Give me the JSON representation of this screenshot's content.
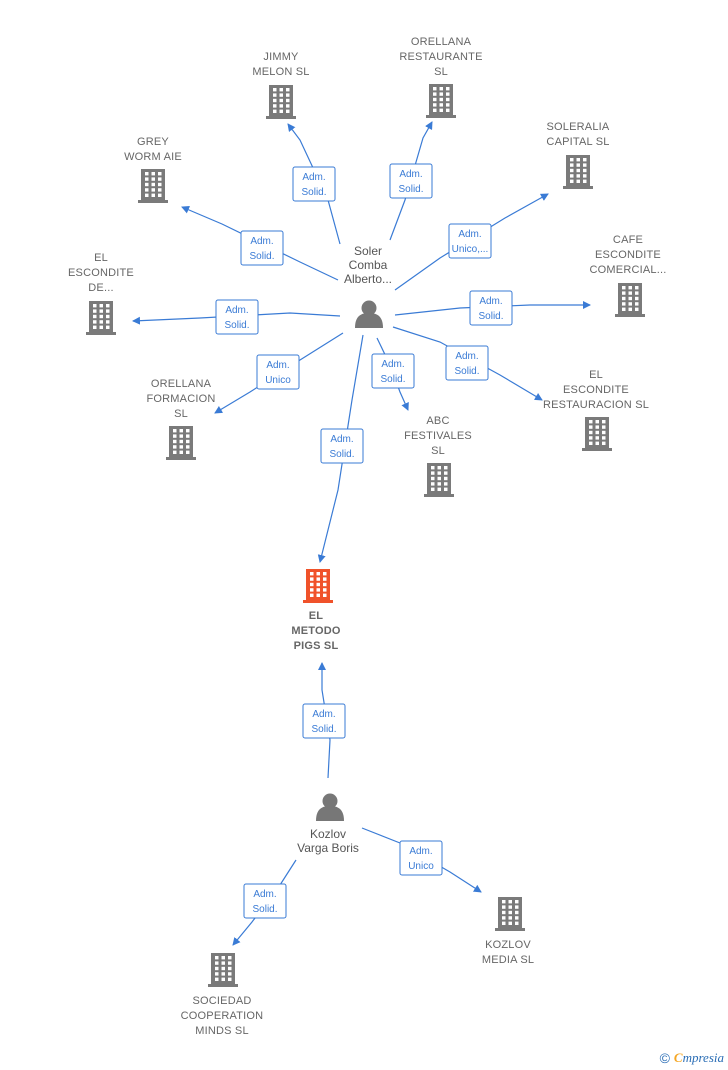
{
  "colors": {
    "company": "#7a7a7a",
    "focus": "#f0522a",
    "person": "#777777",
    "edge": "#3a7bd5"
  },
  "companies": [
    {
      "id": "jimmy",
      "lines": [
        "JIMMY",
        "MELON  SL"
      ],
      "focus": false
    },
    {
      "id": "orellana_rest",
      "lines": [
        "ORELLANA",
        "RESTAURANTE",
        "SL"
      ],
      "focus": false
    },
    {
      "id": "grey",
      "lines": [
        "GREY",
        "WORM  AIE"
      ],
      "focus": false
    },
    {
      "id": "soleralia",
      "lines": [
        "SOLERALIA",
        "CAPITAL  SL"
      ],
      "focus": false
    },
    {
      "id": "escondite_de",
      "lines": [
        "EL",
        "ESCONDITE",
        "DE..."
      ],
      "focus": false
    },
    {
      "id": "cafe",
      "lines": [
        "CAFE",
        "ESCONDITE",
        "COMERCIAL..."
      ],
      "focus": false
    },
    {
      "id": "orellana_form",
      "lines": [
        "ORELLANA",
        "FORMACION",
        "SL"
      ],
      "focus": false
    },
    {
      "id": "escondite_rest",
      "lines": [
        "EL",
        "ESCONDITE",
        "RESTAURACION SL"
      ],
      "focus": false
    },
    {
      "id": "abc",
      "lines": [
        "ABC",
        "FESTIVALES",
        "SL"
      ],
      "focus": false
    },
    {
      "id": "metodo",
      "lines": [
        "EL",
        "METODO",
        "PIGS  SL"
      ],
      "focus": true
    },
    {
      "id": "kozlov_media",
      "lines": [
        "KOZLOV",
        "MEDIA  SL"
      ],
      "focus": false
    },
    {
      "id": "sociedad",
      "lines": [
        "SOCIEDAD",
        "COOPERATION",
        "MINDS SL"
      ],
      "focus": false
    }
  ],
  "persons": [
    {
      "id": "soler",
      "lines": [
        "Soler",
        "Comba",
        "Alberto..."
      ]
    },
    {
      "id": "kozlov",
      "lines": [
        "Kozlov",
        "Varga Boris"
      ]
    }
  ],
  "edges": [
    {
      "from": "soler",
      "to": "jimmy",
      "lines": [
        "Adm.",
        "Solid."
      ]
    },
    {
      "from": "soler",
      "to": "orellana_rest",
      "lines": [
        "Adm.",
        "Solid."
      ]
    },
    {
      "from": "soler",
      "to": "grey",
      "lines": [
        "Adm.",
        "Solid."
      ]
    },
    {
      "from": "soler",
      "to": "soleralia",
      "lines": [
        "Adm.",
        "Unico,..."
      ]
    },
    {
      "from": "soler",
      "to": "escondite_de",
      "lines": [
        "Adm.",
        "Solid."
      ]
    },
    {
      "from": "soler",
      "to": "cafe",
      "lines": [
        "Adm.",
        "Solid."
      ]
    },
    {
      "from": "soler",
      "to": "orellana_form",
      "lines": [
        "Adm.",
        "Unico"
      ]
    },
    {
      "from": "soler",
      "to": "abc",
      "lines": [
        "Adm.",
        "Solid."
      ]
    },
    {
      "from": "soler",
      "to": "escondite_rest",
      "lines": [
        "Adm.",
        "Solid."
      ]
    },
    {
      "from": "soler",
      "to": "metodo",
      "lines": [
        "Adm.",
        "Solid."
      ]
    },
    {
      "from": "kozlov",
      "to": "metodo",
      "lines": [
        "Adm.",
        "Solid."
      ]
    },
    {
      "from": "kozlov",
      "to": "kozlov_media",
      "lines": [
        "Adm.",
        "Unico"
      ]
    },
    {
      "from": "kozlov",
      "to": "sociedad",
      "lines": [
        "Adm.",
        "Solid."
      ]
    }
  ],
  "footer": {
    "copyright": "©",
    "brand_first": "C",
    "brand_rest": "mpresia"
  }
}
